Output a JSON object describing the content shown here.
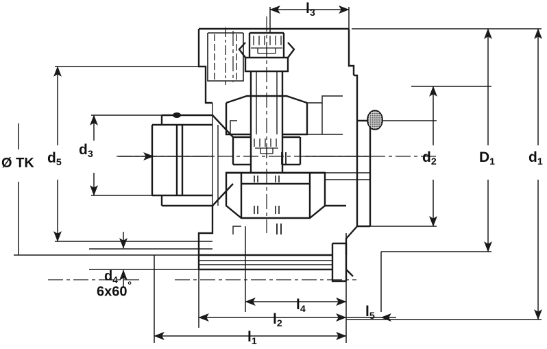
{
  "drawing": {
    "title": "Technical cross-section drawing of tool holder / spindle interface",
    "type": "engineering-section-view",
    "line_color": "#1a1a1a",
    "background_color": "#ffffff"
  },
  "dimensions": {
    "bolt_circle": {
      "name": "bolt-circle-diameter",
      "text": "Ø TK",
      "orientation": "vertical",
      "side": "left"
    },
    "d5": {
      "name": "d5",
      "base": "d",
      "sub": "5",
      "orientation": "vertical",
      "side": "left"
    },
    "d3": {
      "name": "d3",
      "base": "d",
      "sub": "3",
      "orientation": "vertical",
      "side": "left"
    },
    "d4": {
      "name": "d4",
      "base": "d",
      "sub": "4",
      "orientation": "vertical",
      "side": "left-bottom"
    },
    "d4_note": {
      "name": "d4-hole-pattern",
      "text": "6x60",
      "degree": "°"
    },
    "d2": {
      "name": "d2",
      "base": "d",
      "sub": "2",
      "orientation": "vertical",
      "side": "right"
    },
    "D1": {
      "name": "D1",
      "base": "D",
      "sub": "1",
      "orientation": "vertical",
      "side": "right"
    },
    "d1": {
      "name": "d1",
      "base": "d",
      "sub": "1",
      "orientation": "vertical",
      "side": "right"
    },
    "l1": {
      "name": "l1",
      "base": "l",
      "sub": "1",
      "orientation": "horizontal",
      "side": "bottom"
    },
    "l2": {
      "name": "l2",
      "base": "l",
      "sub": "2",
      "orientation": "horizontal",
      "side": "bottom"
    },
    "l3": {
      "name": "l3",
      "base": "l",
      "sub": "3",
      "orientation": "horizontal",
      "side": "top"
    },
    "l4": {
      "name": "l4",
      "base": "l",
      "sub": "4",
      "orientation": "horizontal",
      "side": "bottom"
    },
    "l5": {
      "name": "l5",
      "base": "l",
      "sub": "5",
      "orientation": "horizontal",
      "side": "bottom"
    }
  }
}
